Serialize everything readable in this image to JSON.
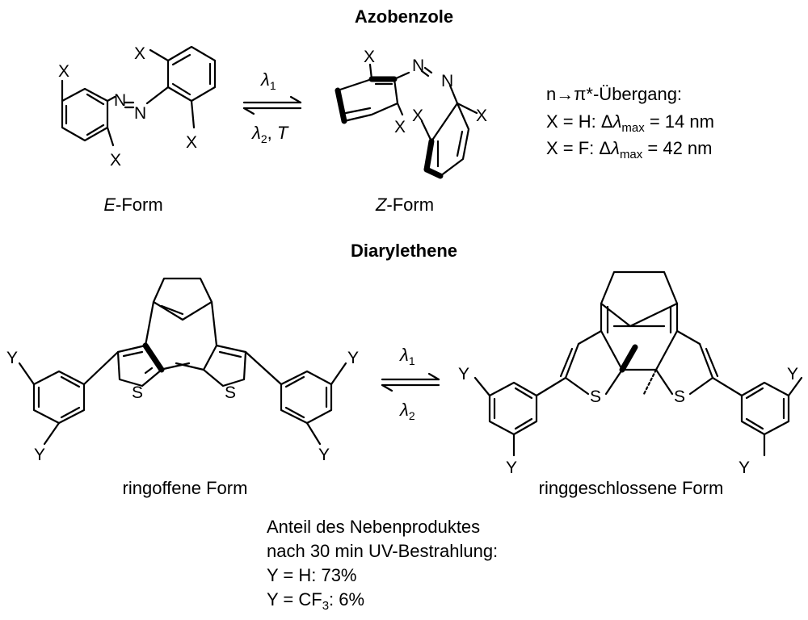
{
  "section_titles": {
    "azobenzenes": "Azobenzole",
    "diarylethenes": "Diarylethene"
  },
  "azo": {
    "e_label_italic": "E",
    "e_label_rest": "-Form",
    "z_label_italic": "Z",
    "z_label_rest": "-Form",
    "arrow_top_symbol": "λ",
    "arrow_top_sub": "1",
    "arrow_bottom_symbol": "λ",
    "arrow_bottom_sub": "2",
    "arrow_bottom_sep": ", ",
    "arrow_bottom_T": "T",
    "substituent": "X",
    "nitrogen": "N"
  },
  "transition_info": {
    "line1": "n→π*-Übergang:",
    "line2_prefix": "X = H: Δ",
    "line3_prefix": "X = F: Δ",
    "lambda": "λ",
    "max_sub": "max",
    "line2_value": " = 14 nm",
    "line3_value": " = 42 nm"
  },
  "dae": {
    "open_label": "ringoffene Form",
    "closed_label": "ringgeschlossene Form",
    "arrow_top_symbol": "λ",
    "arrow_top_sub": "1",
    "arrow_bottom_symbol": "λ",
    "arrow_bottom_sub": "2",
    "substituent": "Y",
    "sulfur": "S"
  },
  "byproduct": {
    "line1": "Anteil des Nebenproduktes",
    "line2": "nach 30 min UV-Bestrahlung:",
    "line3": "Y = H: 73%",
    "line4_prefix": "Y = CF",
    "line4_sub": "3",
    "line4_suffix": ": 6%"
  }
}
